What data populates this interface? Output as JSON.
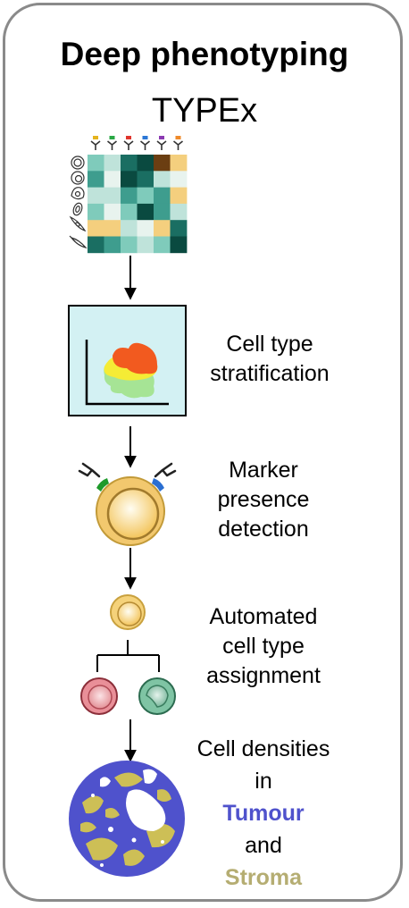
{
  "title": "Deep phenotyping",
  "subtitle": "TYPEx",
  "colors": {
    "frame": "#8a8a8a",
    "tumour": "#4f52cc",
    "stroma": "#b5ad72",
    "heatmap_scale": [
      "#e8f3ee",
      "#bfe3da",
      "#7fcbbb",
      "#3e9d8e",
      "#1a6e62",
      "#0a4a40",
      "#f4cf7e",
      "#6b3e12"
    ]
  },
  "icons": {
    "antibody_row": [
      "antibody-yellow-icon",
      "antibody-green-icon",
      "antibody-red-icon",
      "antibody-blue-icon",
      "antibody-purple-icon",
      "antibody-orange-icon"
    ],
    "cell_shapes": [
      "round-cell-icon",
      "nucleated-cell-icon",
      "irregular-cell-icon",
      "oval-cell-icon",
      "spindle-cell-icon",
      "elongated-cell-icon"
    ]
  },
  "steps": [
    {
      "lines": [
        "Cell type",
        "stratification"
      ]
    },
    {
      "lines": [
        "Marker",
        "presence",
        "detection"
      ]
    },
    {
      "lines": [
        "Automated",
        "cell type",
        "assignment"
      ]
    }
  ],
  "densities": {
    "line1": "Cell densities",
    "line2": "in",
    "tumour": "Tumour",
    "and": "and",
    "stroma": "Stroma"
  }
}
